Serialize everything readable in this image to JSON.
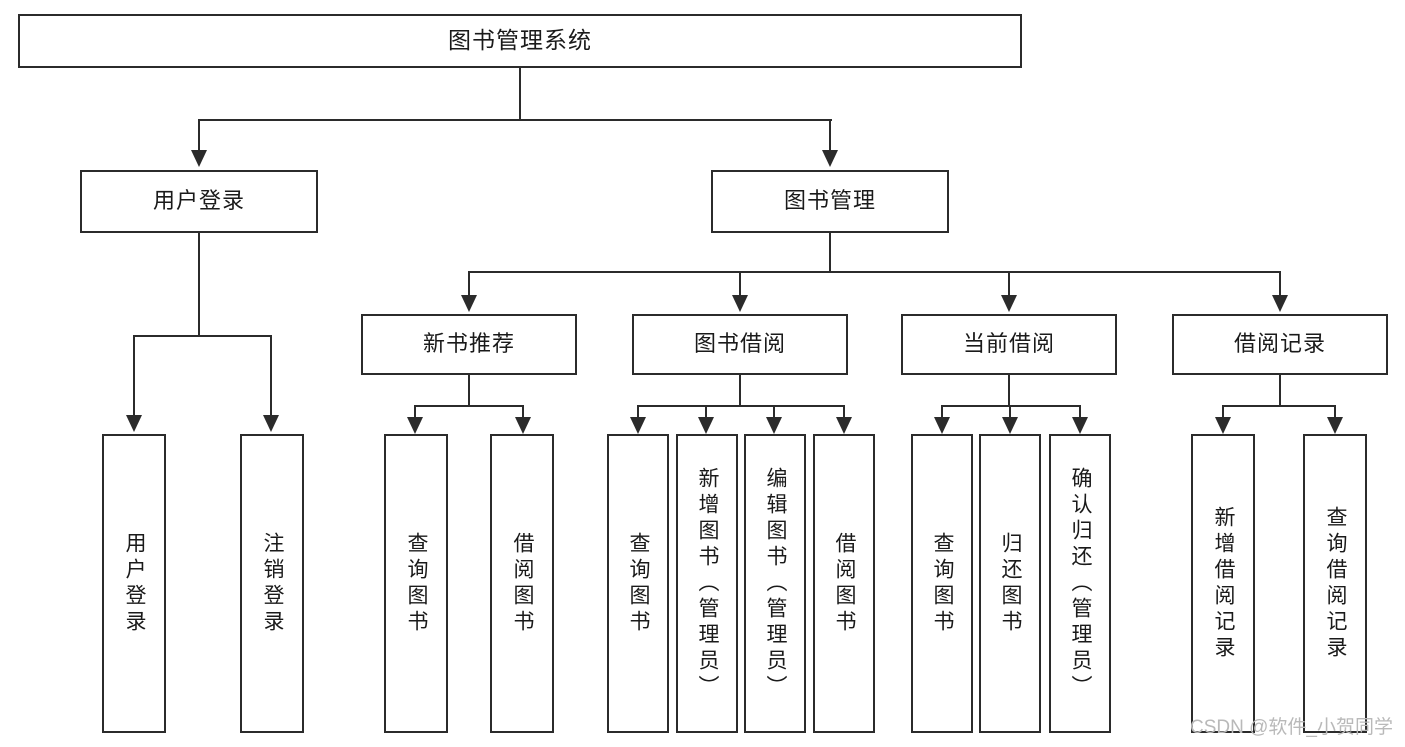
{
  "diagram": {
    "title": "图书管理系统",
    "type": "tree-hierarchy-chart",
    "root": {
      "label": "图书管理系统"
    },
    "level2": [
      {
        "label": "用户登录"
      },
      {
        "label": "图书管理"
      }
    ],
    "level3": [
      {
        "label": "新书推荐"
      },
      {
        "label": "图书借阅"
      },
      {
        "label": "当前借阅"
      },
      {
        "label": "借阅记录"
      }
    ],
    "leaves": {
      "user_login": [
        {
          "label": "用户登录"
        },
        {
          "label": "注销登录"
        }
      ],
      "new_book_recommend": [
        {
          "label": "查询图书"
        },
        {
          "label": "借阅图书"
        }
      ],
      "book_borrow": [
        {
          "label": "查询图书"
        },
        {
          "label": "新增图书（管理员）"
        },
        {
          "label": "编辑图书（管理员）"
        },
        {
          "label": "借阅图书"
        }
      ],
      "current_borrow": [
        {
          "label": "查询图书"
        },
        {
          "label": "归还图书"
        },
        {
          "label": "确认归还（管理员）"
        }
      ],
      "borrow_record": [
        {
          "label": "新增借阅记录"
        },
        {
          "label": "查询借阅记录"
        }
      ]
    }
  },
  "watermark": {
    "text": "CSDN @软件_小贺同学"
  },
  "colors": {
    "stroke": "#2b2b2b",
    "background": "#ffffff",
    "text": "#1a1a1a",
    "watermark": "#b9b9b9"
  }
}
